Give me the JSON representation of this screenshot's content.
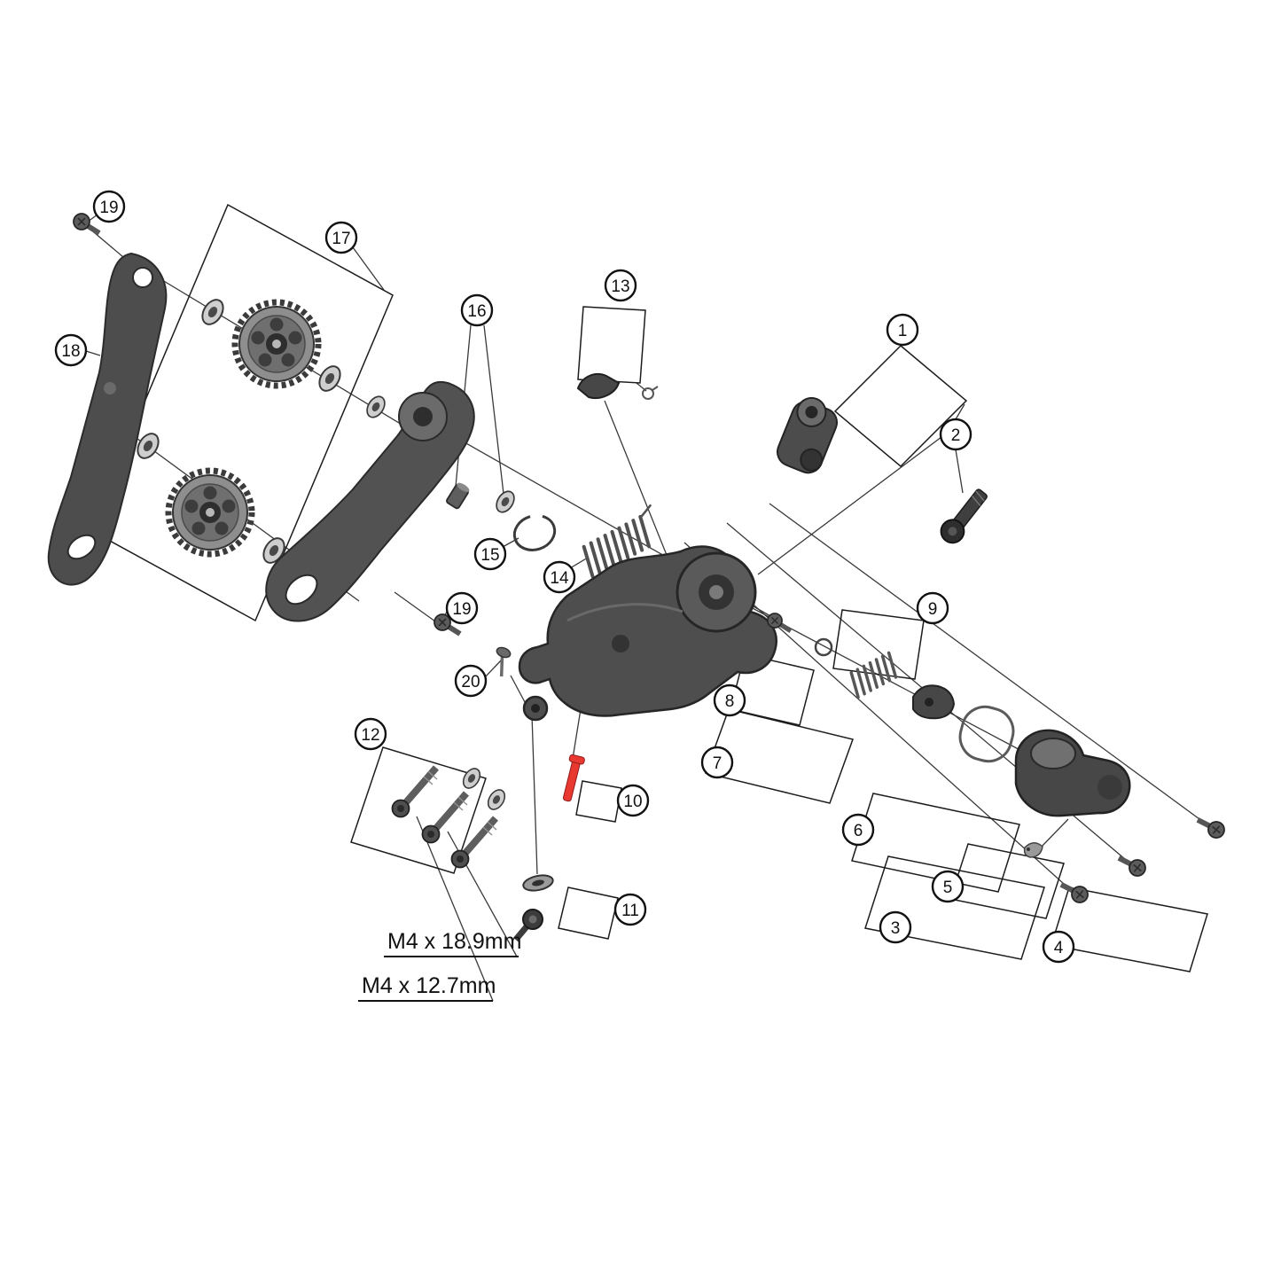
{
  "diagram": {
    "callouts": {
      "c1": "1",
      "c2": "2",
      "c3": "3",
      "c4": "4",
      "c5": "5",
      "c6": "6",
      "c7": "7",
      "c8": "8",
      "c9": "9",
      "c10": "10",
      "c11": "11",
      "c12": "12",
      "c13": "13",
      "c14": "14",
      "c15": "15",
      "c16": "16",
      "c17": "17",
      "c18": "18",
      "c19a": "19",
      "c19b": "19",
      "c20": "20"
    },
    "labels": {
      "bolt_long": "M4 x 18.9mm",
      "bolt_short": "M4 x 12.7mm"
    },
    "colors": {
      "highlight": "#e8382f",
      "part_dark": "#4a4a4a",
      "line": "#3a3a3a"
    }
  }
}
